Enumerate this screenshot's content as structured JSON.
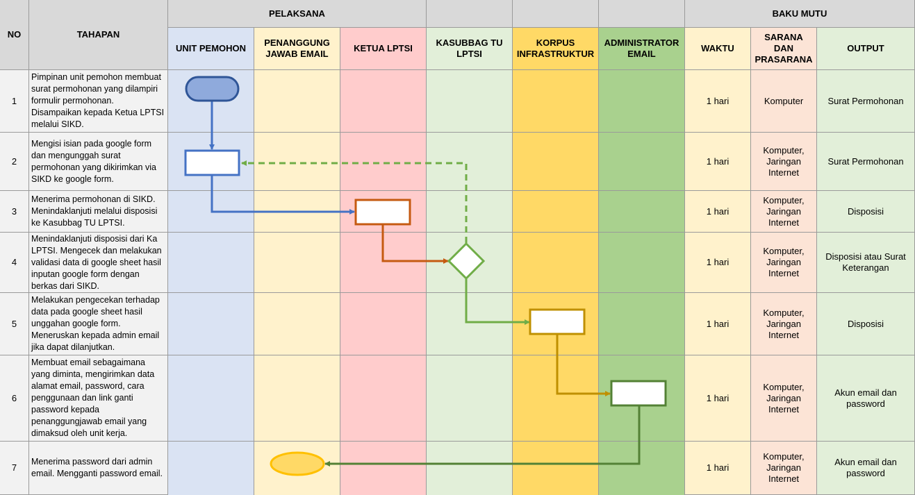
{
  "header": {
    "no": "NO",
    "tahapan": "TAHAPAN",
    "pelaksana": "PELAKSANA",
    "baku_mutu": "BAKU MUTU"
  },
  "lanes": [
    {
      "label": "UNIT PEMOHON",
      "color": "#dae3f3"
    },
    {
      "label": "PENANGGUNG JAWAB EMAIL",
      "color": "#fff2cc"
    },
    {
      "label": "KETUA LPTSI",
      "color": "#ffcccc"
    },
    {
      "label": "KASUBBAG TU LPTSI",
      "color": "#e2efd9"
    },
    {
      "label": "KORPUS INFRASTRUKTUR",
      "color": "#ffd966"
    },
    {
      "label": "ADMINISTRATOR EMAIL",
      "color": "#a9d18e"
    }
  ],
  "quality_headers": {
    "waktu": "WAKTU",
    "sarana": "SARANA DAN PRASARANA",
    "output": "OUTPUT"
  },
  "quality_colors": {
    "waktu": "#fff2cc",
    "sarana": "#fce4d6",
    "output": "#e2efd9"
  },
  "rows": [
    {
      "no": "1",
      "tahapan": "Pimpinan unit pemohon membuat surat permohonan yang dilampiri formulir permohonan. Disampaikan kepada Ketua LPTSI melalui SIKD.",
      "waktu": "1 hari",
      "sarana": "Komputer",
      "output": "Surat Permohonan"
    },
    {
      "no": "2",
      "tahapan": "Mengisi isian pada google form dan mengunggah surat permohonan yang dikirimkan via SIKD ke google form.",
      "waktu": "1 hari",
      "sarana": "Komputer, Jaringan Internet",
      "output": "Surat Permohonan"
    },
    {
      "no": "3",
      "tahapan": "Menerima permohonan di SIKD. Menindaklanjuti melalui disposisi ke Kasubbag TU LPTSI.",
      "waktu": "1 hari",
      "sarana": "Komputer, Jaringan Internet",
      "output": "Disposisi"
    },
    {
      "no": "4",
      "tahapan": "Menindaklanjuti disposisi dari Ka LPTSI. Mengecek dan melakukan validasi data di google sheet hasil inputan google form dengan berkas dari SIKD.",
      "waktu": "1 hari",
      "sarana": "Komputer, Jaringan Internet",
      "output": "Disposisi atau Surat Keterangan"
    },
    {
      "no": "5",
      "tahapan": "Melakukan pengecekan terhadap data pada google sheet hasil unggahan google form. Meneruskan kepada admin email jika dapat dilanjutkan.",
      "waktu": "1 hari",
      "sarana": "Komputer, Jaringan Internet",
      "output": "Disposisi"
    },
    {
      "no": "6",
      "tahapan": "Membuat email sebagaimana yang diminta, mengirimkan data alamat email, password, cara penggunaan dan link ganti password kepada penanggungjawab email yang dimaksud oleh unit kerja.",
      "waktu": "1 hari",
      "sarana": "Komputer, Jaringan Internet",
      "output": "Akun email dan password"
    },
    {
      "no": "7",
      "tahapan": "Menerima password dari admin email. Mengganti password email.",
      "waktu": "1 hari",
      "sarana": "Komputer, Jaringan Internet",
      "output": "Akun email dan password"
    }
  ],
  "flow_colors": {
    "unit": "#4472c4",
    "unit_fill": "#8faadc",
    "ketua": "#c55a11",
    "kasubbag": "#70ad47",
    "korpus": "#bf9000",
    "admin": "#538135",
    "end_stroke": "#ffc000",
    "end_fill": "#ffd966"
  }
}
